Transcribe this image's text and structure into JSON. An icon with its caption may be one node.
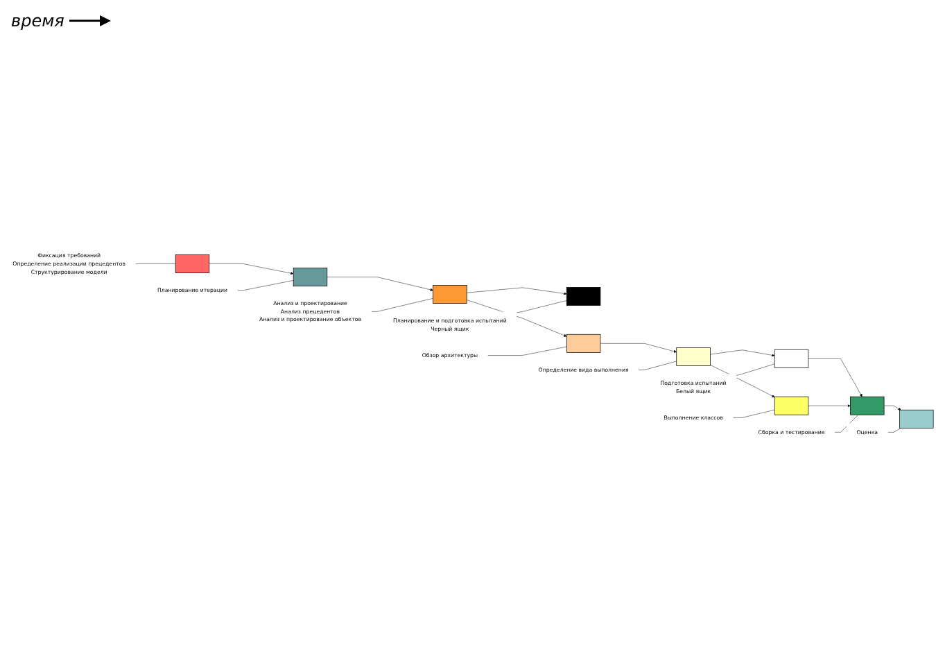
{
  "diagram": {
    "nodes": [
      {
        "text": [],
        "shape": "box"
      },
      {
        "text": [],
        "shape": "box"
      },
      {
        "text": [],
        "shape": "box"
      },
      {
        "text": [],
        "shape": "box"
      },
      {
        "text": [],
        "shape": "box"
      },
      {
        "text": [],
        "shape": "box"
      },
      {
        "text": [],
        "shape": "box"
      },
      {
        "text": [],
        "shape": "box"
      },
      {
        "text": [],
        "shape": "box"
      },
      {
        "text": [],
        "shape": "box"
      },
      {
        "text": [
          "Фиксация требований",
          "Определение реализации прецедентов",
          "Структурирование модели"
        ]
      },
      {
        "text": [
          "Планирование итерации"
        ]
      },
      {
        "text": [
          "Анализ и проектирование",
          "Анализ прецедентов",
          "Анализ и проектирование объектов"
        ]
      },
      {
        "text": [
          "Планирование и подготовка испытаний",
          "Черный ящик"
        ]
      },
      {
        "text": [
          "Обзор архитектуры"
        ]
      },
      {
        "text": [
          "Определение вида выполнения"
        ]
      },
      {
        "text": [
          "Подготовка испытаний",
          "Белый ящик"
        ]
      },
      {
        "text": [
          "Выполнение классов"
        ]
      },
      {
        "text": [
          "Сборка и тестирование"
        ]
      },
      {
        "text": [
          "Оценка"
        ]
      }
    ],
    "edges": [
      {
        "from": 0,
        "to": 1,
        "arrow": "to"
      },
      {
        "from": 10,
        "to": 0,
        "arrow": "none"
      },
      {
        "from": 1,
        "to": 2,
        "arrow": "to"
      },
      {
        "from": 11,
        "to": 1,
        "arrow": "none"
      },
      {
        "from": 2,
        "to": 3,
        "arrow": "to"
      },
      {
        "from": 2,
        "to": 4,
        "arrow": "to"
      },
      {
        "from": 12,
        "to": 2,
        "arrow": "none"
      },
      {
        "from": 13,
        "to": 3,
        "arrow": "none"
      },
      {
        "from": 4,
        "to": 5,
        "arrow": "to"
      },
      {
        "from": 14,
        "to": 4,
        "arrow": "none"
      },
      {
        "from": 5,
        "to": 6,
        "arrow": "to"
      },
      {
        "from": 5,
        "to": 7,
        "arrow": "to"
      },
      {
        "from": 15,
        "to": 5,
        "arrow": "none"
      },
      {
        "from": 6,
        "to": 8,
        "arrow": "to"
      },
      {
        "from": 16,
        "to": 6,
        "arrow": "none"
      },
      {
        "from": 7,
        "to": 8,
        "arrow": "to"
      },
      {
        "from": 17,
        "to": 7,
        "arrow": "none"
      },
      {
        "from": 8,
        "to": 9,
        "arrow": "to"
      },
      {
        "from": 18,
        "to": 8,
        "arrow": "none"
      },
      {
        "from": 19,
        "to": 9,
        "arrow": "none"
      }
    ],
    "labels": [
      "время"
    ]
  }
}
